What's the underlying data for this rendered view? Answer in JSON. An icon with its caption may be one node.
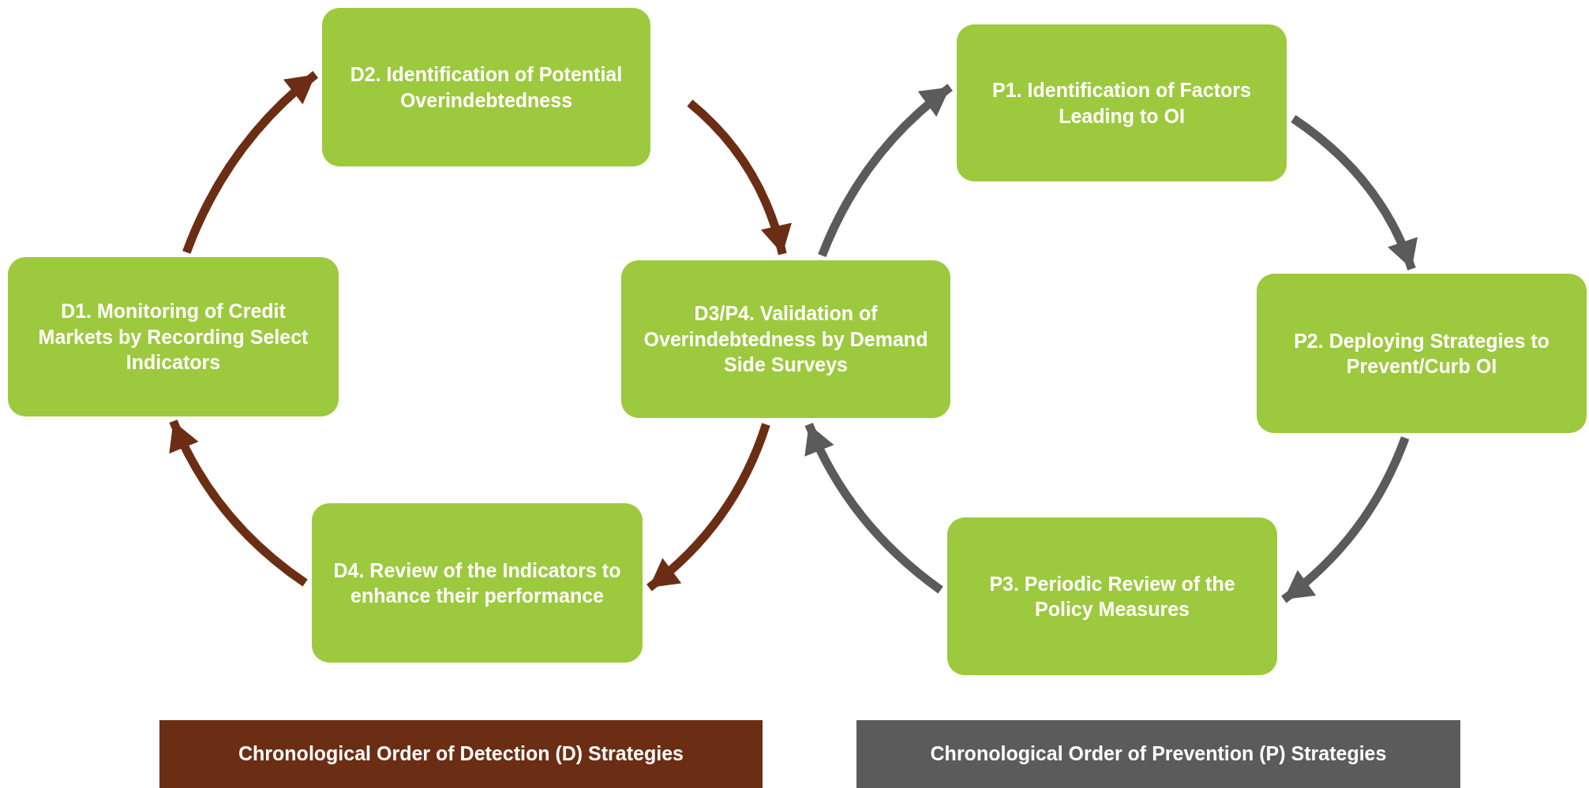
{
  "diagram": {
    "nodes": [
      {
        "text": [
          "D2. Identification of Potential Overindebtedness"
        ]
      },
      {
        "text": [
          "P1. Identification of Factors Leading to OI"
        ]
      },
      {
        "text": [
          "D1. Monitoring of Credit Markets by Recording Select Indicators"
        ]
      },
      {
        "text": [
          "D3/P4. Validation of Overindebtedness by Demand Side Surveys"
        ]
      },
      {
        "text": [
          "P2. Deploying Strategies to Prevent/Curb OI"
        ]
      },
      {
        "text": [
          "D4. Review of the Indicators to enhance their performance"
        ]
      },
      {
        "text": [
          "P3. Periodic Review of the Policy Measures"
        ]
      }
    ],
    "edges": [
      {
        "from": 2,
        "to": 0,
        "arrow": "to",
        "color": "#6b2e14"
      },
      {
        "from": 0,
        "to": 3,
        "arrow": "to",
        "color": "#6b2e14"
      },
      {
        "from": 3,
        "to": 5,
        "arrow": "to",
        "color": "#6b2e14"
      },
      {
        "from": 5,
        "to": 2,
        "arrow": "to",
        "color": "#6b2e14"
      },
      {
        "from": 3,
        "to": 1,
        "arrow": "to",
        "color": "#5b5b5b"
      },
      {
        "from": 1,
        "to": 4,
        "arrow": "to",
        "color": "#5b5b5b"
      },
      {
        "from": 4,
        "to": 6,
        "arrow": "to",
        "color": "#5b5b5b"
      },
      {
        "from": 6,
        "to": 3,
        "arrow": "to",
        "color": "#5b5b5b"
      }
    ],
    "legend": [
      {
        "text": "Chronological Order of Detection (D) Strategies",
        "color": "#6b2e14"
      },
      {
        "text": "Chronological Order of Prevention (P) Strategies",
        "color": "#5b5b5b"
      }
    ]
  }
}
